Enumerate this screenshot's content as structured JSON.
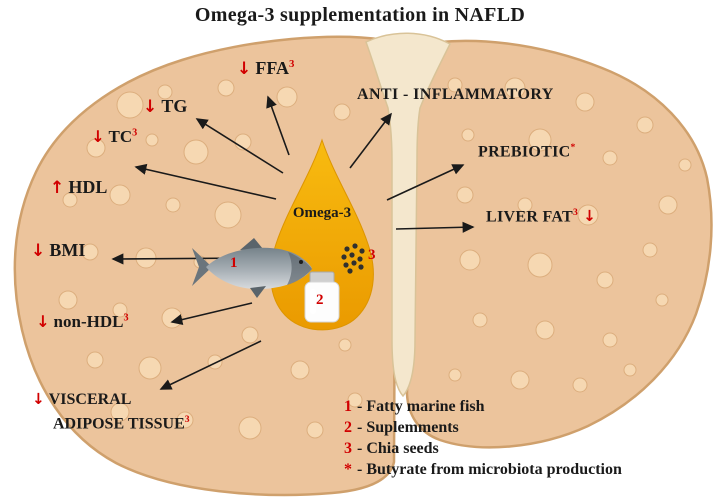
{
  "title": "Omega-3 supplementation in NAFLD",
  "center": {
    "droplet_label": "Omega-3",
    "fish_marker": "1",
    "supplement_marker": "2",
    "chia_marker": "3"
  },
  "effects": {
    "ffa": {
      "arrow": "↓",
      "label": "FFA",
      "sup": "3"
    },
    "tg": {
      "arrow": "↓",
      "label": "TG"
    },
    "tc": {
      "arrow": "↓",
      "label": "TC",
      "sup": "3"
    },
    "hdl": {
      "arrow": "↑",
      "label": "HDL"
    },
    "bmi": {
      "arrow": "↓",
      "label": "BMI"
    },
    "non_hdl": {
      "arrow": "↓",
      "label": "non-HDL",
      "sup": "3"
    },
    "visceral": {
      "arrow": "↓",
      "line1": "VISCERAL",
      "line2": "ADIPOSE TISSUE",
      "sup": "3"
    },
    "anti_inflammatory": {
      "label": "ANTI - INFLAMMATORY"
    },
    "prebiotic": {
      "label": "PREBIOTIC",
      "sup": "*"
    },
    "liver_fat": {
      "label": "LIVER FAT",
      "sup": "3",
      "arrow": "↓"
    }
  },
  "legend": {
    "items": [
      {
        "num": "1",
        "text": "- Fatty marine fish"
      },
      {
        "num": "2",
        "text": "- Suplemments"
      },
      {
        "num": "3",
        "text": "- Chia seeds"
      },
      {
        "num": "*",
        "text": "- Butyrate from microbiota production"
      }
    ]
  },
  "colors": {
    "liver": "#ecc49c",
    "liver_outline": "#cfa06c",
    "liver_spot": "#f6d8b2",
    "ligament": "#f4e7cd",
    "droplet": "#f2a800",
    "red_accent": "#d10000",
    "text": "#1a1a1a"
  }
}
